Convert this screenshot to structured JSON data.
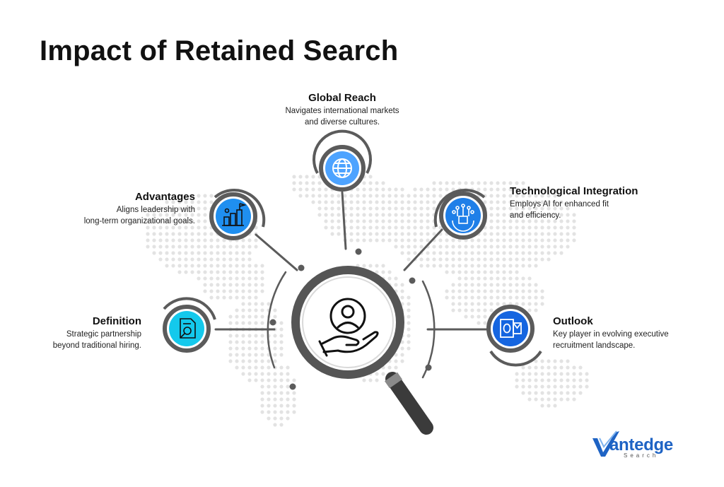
{
  "title": "Impact of Retained Search",
  "nodes": {
    "global_reach": {
      "title": "Global Reach",
      "description": "Navigates international markets\nand diverse cultures.",
      "icon": "globe-icon",
      "color": "#4da3ff"
    },
    "advantages": {
      "title": "Advantages",
      "description": "Aligns leadership with\nlong-term organizational goals.",
      "icon": "growth-chart-icon",
      "color": "#1f8ff0"
    },
    "technological_integration": {
      "title": "Technological Integration",
      "description": "Employs AI for enhanced fit\nand efficiency.",
      "icon": "ai-circuit-icon",
      "color": "#1f7fe8"
    },
    "definition": {
      "title": "Definition",
      "description": "Strategic partnership\nbeyond traditional hiring.",
      "icon": "document-search-icon",
      "color": "#14c9ec"
    },
    "outlook": {
      "title": "Outlook",
      "description": "Key player in evolving executive\nrecruitment landscape.",
      "icon": "outlook-icon",
      "color": "#1565e0"
    }
  },
  "center": {
    "icon": "hand-person-magnifier-icon"
  },
  "logo": {
    "word": "antedge",
    "sub": "Search",
    "color": "#1e63c4"
  }
}
